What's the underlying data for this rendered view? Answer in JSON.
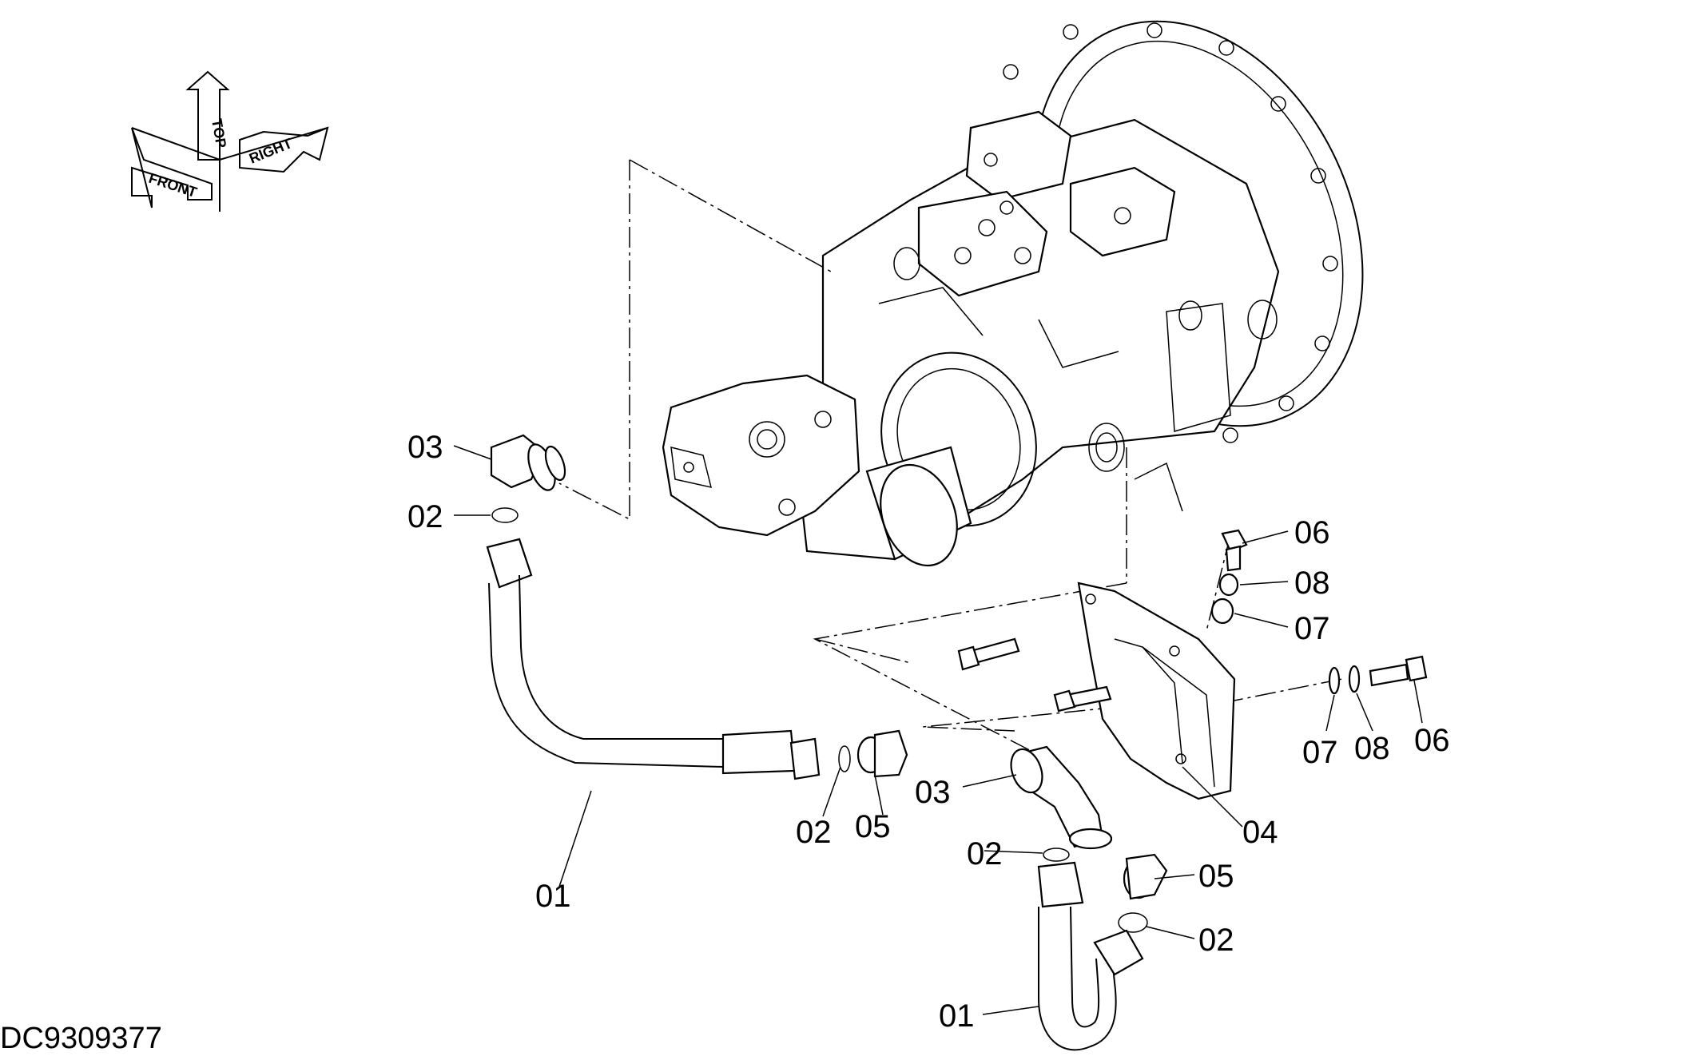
{
  "drawing_number": "DC9309377",
  "orientation_arrow": {
    "front": "FRONT",
    "top": "TOP",
    "right": "RIGHT"
  },
  "callouts": [
    {
      "id": "c03a",
      "label": "03"
    },
    {
      "id": "c02a",
      "label": "02"
    },
    {
      "id": "c01a",
      "label": "01"
    },
    {
      "id": "c02b",
      "label": "02"
    },
    {
      "id": "c05a",
      "label": "05"
    },
    {
      "id": "c03b",
      "label": "03"
    },
    {
      "id": "c02c",
      "label": "02"
    },
    {
      "id": "c04",
      "label": "04"
    },
    {
      "id": "c05b",
      "label": "05"
    },
    {
      "id": "c02d",
      "label": "02"
    },
    {
      "id": "c01b",
      "label": "01"
    },
    {
      "id": "c06a",
      "label": "06"
    },
    {
      "id": "c08a",
      "label": "08"
    },
    {
      "id": "c07a",
      "label": "07"
    },
    {
      "id": "c07b",
      "label": "07"
    },
    {
      "id": "c08b",
      "label": "08"
    },
    {
      "id": "c06b",
      "label": "06"
    }
  ]
}
